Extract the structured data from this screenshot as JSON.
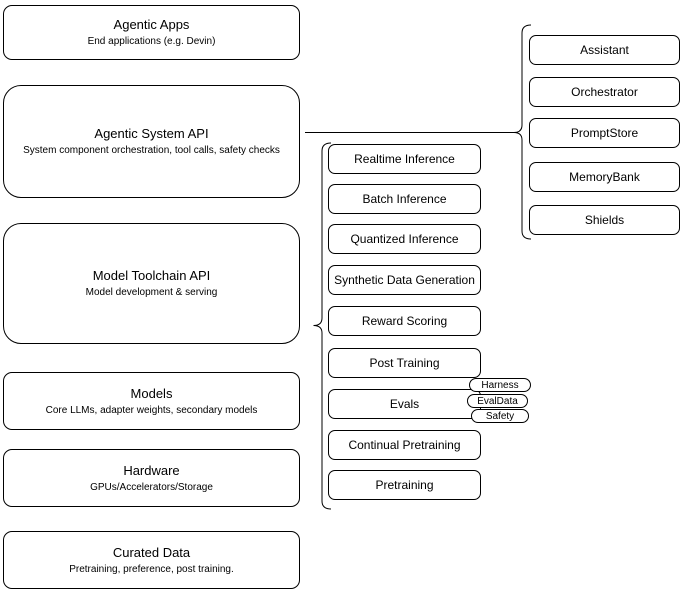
{
  "diagram": {
    "left_column": [
      {
        "title": "Agentic Apps",
        "subtitle": "End applications (e.g. Devin)"
      },
      {
        "title": "Agentic System API",
        "subtitle": "System component orchestration, tool calls, safety checks"
      },
      {
        "title": "Model Toolchain API",
        "subtitle": "Model development & serving"
      },
      {
        "title": "Models",
        "subtitle": "Core LLMs, adapter weights, secondary models"
      },
      {
        "title": "Hardware",
        "subtitle": "GPUs/Accelerators/Storage"
      },
      {
        "title": "Curated Data",
        "subtitle": "Pretraining, preference, post training."
      }
    ],
    "toolchain_items": [
      "Realtime Inference",
      "Batch Inference",
      "Quantized Inference",
      "Synthetic Data Generation",
      "Reward Scoring",
      "Post Training",
      "Evals",
      "Continual Pretraining",
      "Pretraining"
    ],
    "eval_tags": [
      "Harness",
      "EvalData",
      "Safety"
    ],
    "system_components": [
      "Assistant",
      "Orchestrator",
      "PromptStore",
      "MemoryBank",
      "Shields"
    ],
    "colors": {
      "stroke": "#000000",
      "fill": "#ffffff",
      "background": "#ffffff"
    }
  }
}
